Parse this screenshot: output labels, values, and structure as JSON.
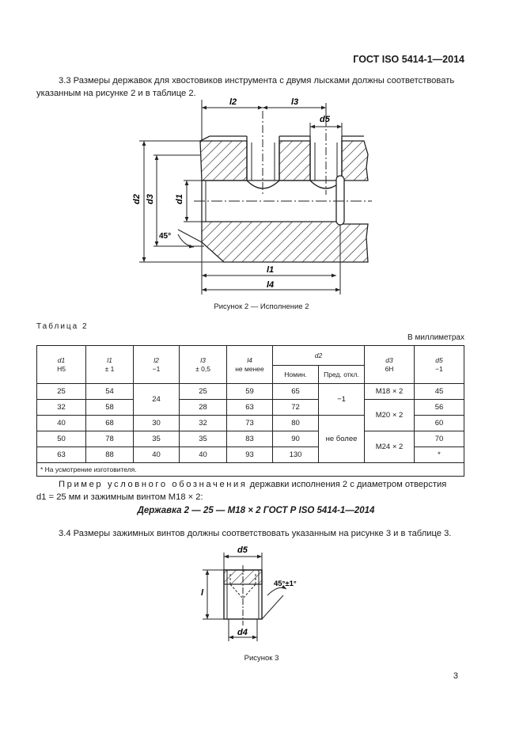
{
  "header": "ГОСТ  ISO 5414-1—2014",
  "para_3_3": "3.3  Размеры державок для хвостовиков инструмента с двумя лысками должны соответствовать указанным на рисунке 2 и в таблице 2.",
  "figure2": {
    "caption": "Рисунок 2 — Исполнение 2",
    "labels": {
      "l2": "l2",
      "l3": "l3",
      "d5": "d5",
      "d2": "d2",
      "d3": "d3",
      "d1": "d1",
      "angle": "45°",
      "l1": "l1",
      "l4": "l4"
    }
  },
  "table2": {
    "label": "Таблица 2",
    "units": "В миллиметрах",
    "headers": {
      "d1": "d1",
      "d1_sub": "H5",
      "l1": "l1",
      "l1_sub": "± 1",
      "l2": "l2",
      "l2_sub": "−1",
      "l3": "l3",
      "l3_sub": "± 0,5",
      "l4": "l4",
      "l4_sub": "не менее",
      "d2": "d2",
      "d2_nom": "Номин.",
      "d2_tol": "Пред. откл.",
      "d3": "d3",
      "d3_sub": "6H",
      "d5": "d5",
      "d5_sub": "−1"
    },
    "rows": [
      {
        "d1": "25",
        "l1": "54",
        "l2": "24",
        "l3": "25",
        "l4": "59",
        "d2": "65",
        "d3": "M18 × 2",
        "d5": "45"
      },
      {
        "d1": "32",
        "l1": "58",
        "l2": "",
        "l3": "28",
        "l4": "63",
        "d2": "72",
        "d3": "M20 × 2",
        "d5": "56"
      },
      {
        "d1": "40",
        "l1": "68",
        "l2": "30",
        "l3": "32",
        "l4": "73",
        "d2": "80",
        "d3": "",
        "d5": "60"
      },
      {
        "d1": "50",
        "l1": "78",
        "l2": "35",
        "l3": "35",
        "l4": "83",
        "d2": "90",
        "d3": "M24 × 2",
        "d5": "70"
      },
      {
        "d1": "63",
        "l1": "88",
        "l2": "40",
        "l3": "40",
        "l4": "93",
        "d2": "130",
        "d3": "",
        "d5": "*"
      }
    ],
    "tol_a": "−1",
    "tol_b": "не более",
    "footnote": "* На усмотрение изготовителя."
  },
  "example": {
    "spaced": "Пример условного обозначения",
    "text1": " державки исполнения 2 с диаметром отверстия",
    "text2": "d1 = 25 мм и зажимным винтом М18 × 2:",
    "designation": "Державка 2 — 25 — M18 × 2 ГОСТ Р ISO 5414-1—2014"
  },
  "para_3_4": "3.4  Размеры зажимных винтов должны соответствовать указанным на рисунке 3 и в таблице 3.",
  "figure3": {
    "caption": "Рисунок 3",
    "labels": {
      "d5": "d5",
      "l": "l",
      "d4": "d4",
      "angle": "45°±1°"
    }
  },
  "page_number": "3"
}
